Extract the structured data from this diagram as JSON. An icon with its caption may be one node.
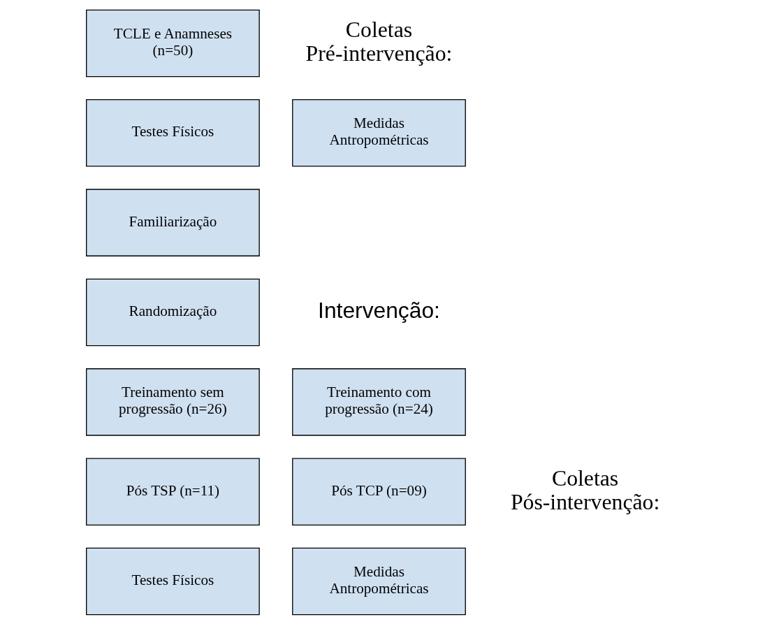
{
  "diagram": {
    "nodes": [
      {
        "text": [
          "TCLE e Anamneses (n=50)"
        ]
      },
      {
        "text": [
          "Testes Físicos"
        ]
      },
      {
        "text": [
          "Medidas Antropométricas"
        ]
      },
      {
        "text": [
          "Familiarização"
        ]
      },
      {
        "text": [
          "Randomização"
        ]
      },
      {
        "text": [
          "Treinamento sem progressão (n=26)"
        ]
      },
      {
        "text": [
          "Treinamento com progressão (n=24)"
        ]
      },
      {
        "text": [
          "Pós TSP (n=11)"
        ]
      },
      {
        "text": [
          "Pós TCP (n=09)"
        ]
      },
      {
        "text": [
          "Testes Físicos"
        ]
      },
      {
        "text": [
          "Medidas Antropométricas"
        ]
      }
    ],
    "edges": [],
    "labels": [
      "Coletas Pré-intervenção:",
      "Intervenção:",
      "Coletas Pós-intervenção:"
    ]
  }
}
